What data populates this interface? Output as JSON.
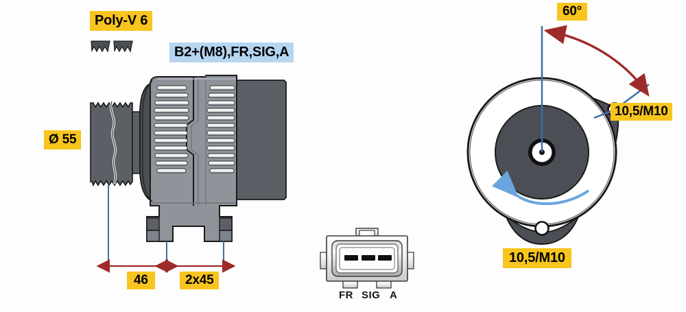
{
  "diagram": {
    "title": "Bosch alternator dimensional drawing",
    "background": "#fdfdfd",
    "colors": {
      "label_yellow": "#f7c51e",
      "label_blue": "#b6d6f0",
      "dimension_red": "#9e2a2a",
      "extension_blue": "#3d6fa5",
      "rotation_arrow_blue": "#6aa6dd",
      "body_gray": "#8f939a",
      "body_dark_gray": "#5c6066",
      "outline_black": "#1a1a1a"
    }
  },
  "labels": {
    "poly_v": "Poly-V 6",
    "terminals": "B2+(M8),FR,SIG,A",
    "pulley_diameter": "Ø 55",
    "dim_46": "46",
    "dim_2x45": "2x45",
    "angle_60": "60°",
    "mount_right": "10,5/M10",
    "mount_bottom": "10,5/M10"
  },
  "connector": {
    "pins": [
      {
        "name": "FR"
      },
      {
        "name": "SIG"
      },
      {
        "name": "A"
      }
    ]
  },
  "icons": {
    "belt_profile": "poly-v-belt-profile-icon",
    "rotation": "rotation-direction-arrow-icon",
    "angle_arc": "angle-arc-arrow-icon"
  }
}
